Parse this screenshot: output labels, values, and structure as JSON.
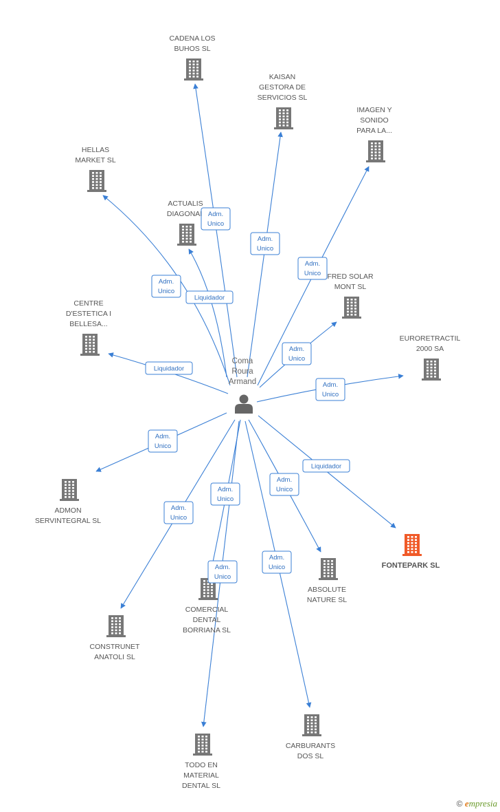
{
  "center": {
    "label_lines": [
      "Coma",
      "Roura",
      "Armand"
    ],
    "icon": "person-icon"
  },
  "colors": {
    "edge": "#3a7fd5",
    "building": "#777777",
    "highlight": "#f05a28",
    "label_box_border": "#3a7fd5"
  },
  "nodes": [
    {
      "id": "cadena",
      "label_lines": [
        "CADENA LOS",
        "BUHOS SL"
      ],
      "highlight": false
    },
    {
      "id": "kaisan",
      "label_lines": [
        "KAISAN",
        "GESTORA DE",
        "SERVICIOS SL"
      ],
      "highlight": false
    },
    {
      "id": "imagen",
      "label_lines": [
        "IMAGEN Y",
        "SONIDO",
        "PARA LA..."
      ],
      "highlight": false
    },
    {
      "id": "hellas",
      "label_lines": [
        "HELLAS",
        "MARKET SL"
      ],
      "highlight": false
    },
    {
      "id": "actualis",
      "label_lines": [
        "ACTUALIS",
        "DIAGONAL"
      ],
      "highlight": false
    },
    {
      "id": "fred",
      "label_lines": [
        "FRED SOLAR",
        "MONT SL"
      ],
      "highlight": false
    },
    {
      "id": "centre",
      "label_lines": [
        "CENTRE",
        "D'ESTETICA I",
        "BELLESA..."
      ],
      "highlight": false
    },
    {
      "id": "euro",
      "label_lines": [
        "EURORETRACTIL",
        "2000 SA"
      ],
      "highlight": false
    },
    {
      "id": "admon",
      "label_lines": [
        "ADMON",
        "SERVINTEGRAL SL"
      ],
      "highlight": false
    },
    {
      "id": "fontepark",
      "label_lines": [
        "FONTEPARK SL"
      ],
      "highlight": true
    },
    {
      "id": "absolute",
      "label_lines": [
        "ABSOLUTE",
        "NATURE SL"
      ],
      "highlight": false
    },
    {
      "id": "comercial",
      "label_lines": [
        "COMERCIAL",
        "DENTAL",
        "BORRIANA SL"
      ],
      "highlight": false
    },
    {
      "id": "construnet",
      "label_lines": [
        "CONSTRUNET",
        "ANATOLI SL"
      ],
      "highlight": false
    },
    {
      "id": "carburants",
      "label_lines": [
        "CARBURANTS",
        "DOS SL"
      ],
      "highlight": false
    },
    {
      "id": "todo",
      "label_lines": [
        "TODO EN",
        "MATERIAL",
        "DENTAL SL"
      ],
      "highlight": false
    }
  ],
  "edges": [
    {
      "to": "cadena",
      "label_lines": [
        "Adm.",
        "Unico"
      ]
    },
    {
      "to": "kaisan",
      "label_lines": [
        "Adm.",
        "Unico"
      ]
    },
    {
      "to": "imagen",
      "label_lines": [
        "Adm.",
        "Unico"
      ]
    },
    {
      "to": "hellas",
      "label_lines": [
        "Adm.",
        "Unico"
      ]
    },
    {
      "to": "actualis",
      "label_lines": [
        "Liquidador"
      ]
    },
    {
      "to": "fred",
      "label_lines": [
        "Adm.",
        "Unico"
      ]
    },
    {
      "to": "centre",
      "label_lines": [
        "Liquidador"
      ]
    },
    {
      "to": "euro",
      "label_lines": [
        "Adm.",
        "Unico"
      ]
    },
    {
      "to": "admon",
      "label_lines": [
        "Adm.",
        "Unico"
      ]
    },
    {
      "to": "fontepark",
      "label_lines": [
        "Liquidador"
      ]
    },
    {
      "to": "absolute",
      "label_lines": [
        "Adm.",
        "Unico"
      ]
    },
    {
      "to": "comercial",
      "label_lines": [
        "Adm.",
        "Unico"
      ]
    },
    {
      "to": "construnet",
      "label_lines": [
        "Adm.",
        "Unico"
      ]
    },
    {
      "to": "carburants",
      "label_lines": [
        "Adm.",
        "Unico"
      ]
    },
    {
      "to": "todo",
      "label_lines": [
        "Adm.",
        "Unico"
      ]
    }
  ],
  "footer": {
    "copyright_symbol": "©",
    "brand_initial": "e",
    "brand_rest": "mpresia"
  }
}
